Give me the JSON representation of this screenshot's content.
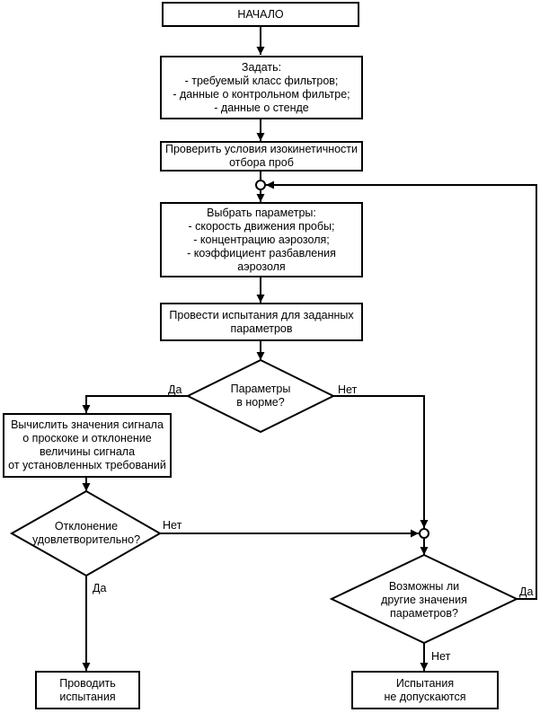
{
  "nodes": {
    "start": [
      "НАЧАЛО"
    ],
    "set_params": [
      "Задать:",
      "- требуемый класс фильтров;",
      "- данные о контрольном фильтре;",
      "- данные о стенде"
    ],
    "check_conditions": [
      "Проверить условия изокинетичности",
      "отбора проб"
    ],
    "select_params": [
      "Выбрать параметры:",
      "- скорость движения пробы;",
      "- концентрацию аэрозоля;",
      "- коэффициент разбавления",
      "аэрозоля"
    ],
    "run_tests": [
      "Провести испытания для заданных",
      "параметров"
    ],
    "params_ok": [
      "Параметры",
      "в норме?"
    ],
    "calc_signal": [
      "Вычислить значения сигнала",
      "о проскоке и отклонение",
      "величины сигнала",
      "от установленных требований"
    ],
    "deviation_ok": [
      "Отклонение",
      "удовлетворительно?"
    ],
    "other_values": [
      "Возможны ли",
      "другие значения",
      "параметров?"
    ],
    "do_tests": [
      "Проводить",
      "испытания"
    ],
    "not_allowed": [
      "Испытания",
      "не допускаются"
    ]
  },
  "labels": {
    "params_ok_yes": "Да",
    "params_ok_no": "Нет",
    "deviation_no": "Нет",
    "deviation_yes": "Да",
    "other_yes": "Да",
    "other_no": "Нет"
  }
}
